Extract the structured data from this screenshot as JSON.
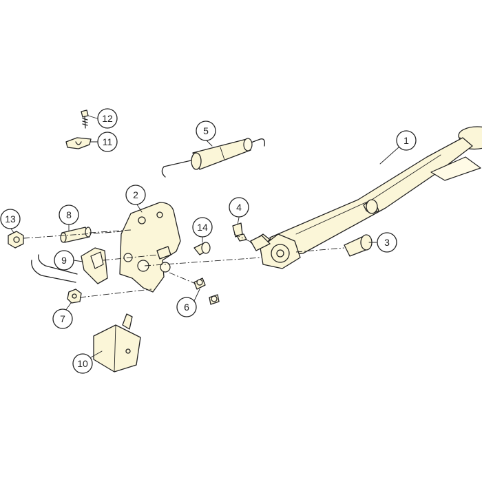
{
  "callouts": [
    {
      "label": "1"
    },
    {
      "label": "2"
    },
    {
      "label": "3"
    },
    {
      "label": "4"
    },
    {
      "label": "5"
    },
    {
      "label": "6"
    },
    {
      "label": "7"
    },
    {
      "label": "8"
    },
    {
      "label": "9"
    },
    {
      "label": "10"
    },
    {
      "label": "11"
    },
    {
      "label": "12"
    },
    {
      "label": "13"
    },
    {
      "label": "14"
    }
  ]
}
